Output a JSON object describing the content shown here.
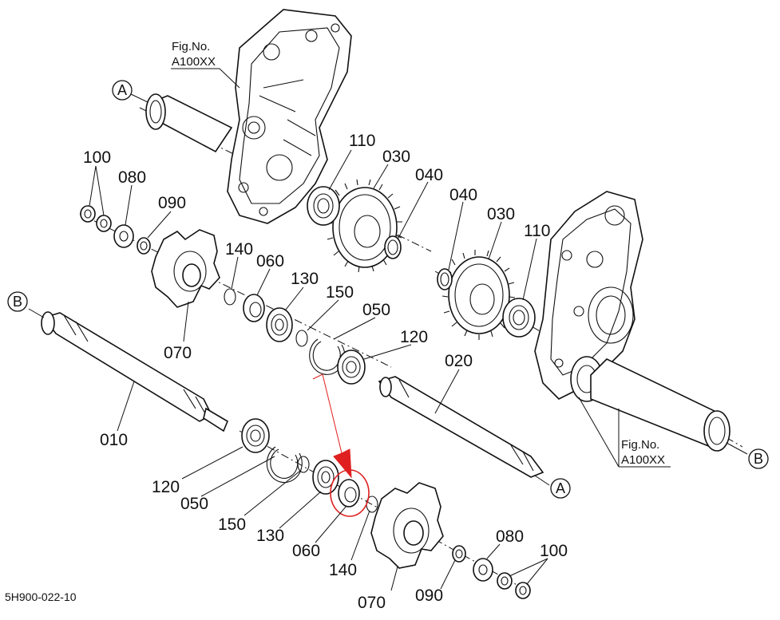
{
  "figure_refs": [
    {
      "line1": "Fig.No.",
      "line2": "A100XX"
    },
    {
      "line1": "Fig.No.",
      "line2": "A100XX"
    }
  ],
  "callouts": {
    "top_110": "110",
    "top_030": "030",
    "top_040": "040",
    "right_040": "040",
    "right_030": "030",
    "right_110": "110",
    "top_100": "100",
    "top_080": "080",
    "top_090": "090",
    "top_140": "140",
    "top_060": "060",
    "top_130": "130",
    "top_150": "150",
    "top_050": "050",
    "top_120": "120",
    "top_070": "070",
    "shaft_020": "020",
    "shaft_010": "010",
    "bot_120": "120",
    "bot_050": "050",
    "bot_150": "150",
    "bot_130": "130",
    "bot_060": "060",
    "bot_140": "140",
    "bot_070": "070",
    "bot_090": "090",
    "bot_080": "080",
    "bot_100": "100"
  },
  "ref_markers": {
    "a_top": "A",
    "b_left": "B",
    "a_bottom": "A",
    "b_right": "B"
  },
  "footer_code": "5H900-022-10",
  "highlight_color": "#e02020",
  "arrow_color": "#e02020"
}
